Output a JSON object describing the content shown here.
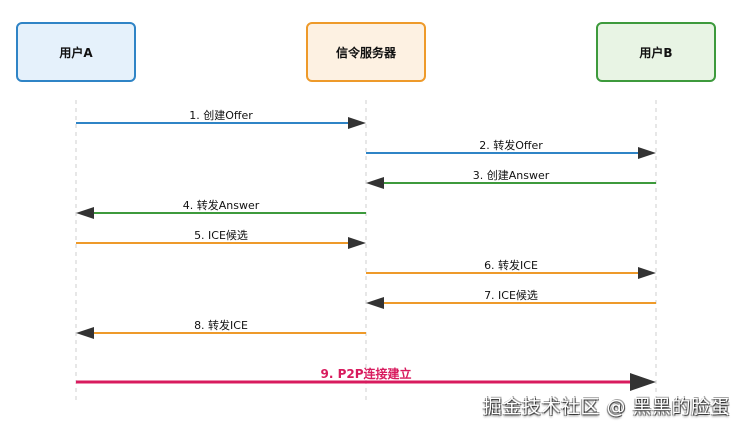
{
  "actors": {
    "user_a": "用户A",
    "server": "信令服务器",
    "user_b": "用户B"
  },
  "messages": [
    {
      "label": "1. 创建Offer",
      "from": "user_a",
      "to": "server",
      "color": "#2f84c6"
    },
    {
      "label": "2. 转发Offer",
      "from": "server",
      "to": "user_b",
      "color": "#2f84c6"
    },
    {
      "label": "3. 创建Answer",
      "from": "user_b",
      "to": "server",
      "color": "#3d9a3c"
    },
    {
      "label": "4. 转发Answer",
      "from": "server",
      "to": "user_a",
      "color": "#3d9a3c"
    },
    {
      "label": "5. ICE候选",
      "from": "user_a",
      "to": "server",
      "color": "#ee9a2a"
    },
    {
      "label": "6. 转发ICE",
      "from": "server",
      "to": "user_b",
      "color": "#ee9a2a"
    },
    {
      "label": "7. ICE候选",
      "from": "user_b",
      "to": "server",
      "color": "#ee9a2a"
    },
    {
      "label": "8. 转发ICE",
      "from": "server",
      "to": "user_a",
      "color": "#ee9a2a"
    },
    {
      "label": "9. P2P连接建立",
      "from": "user_a",
      "to": "user_b",
      "color": "#d81b5e",
      "emphasis": true
    }
  ],
  "watermark": "掘金技术社区 @ 黑黑的脸蛋"
}
